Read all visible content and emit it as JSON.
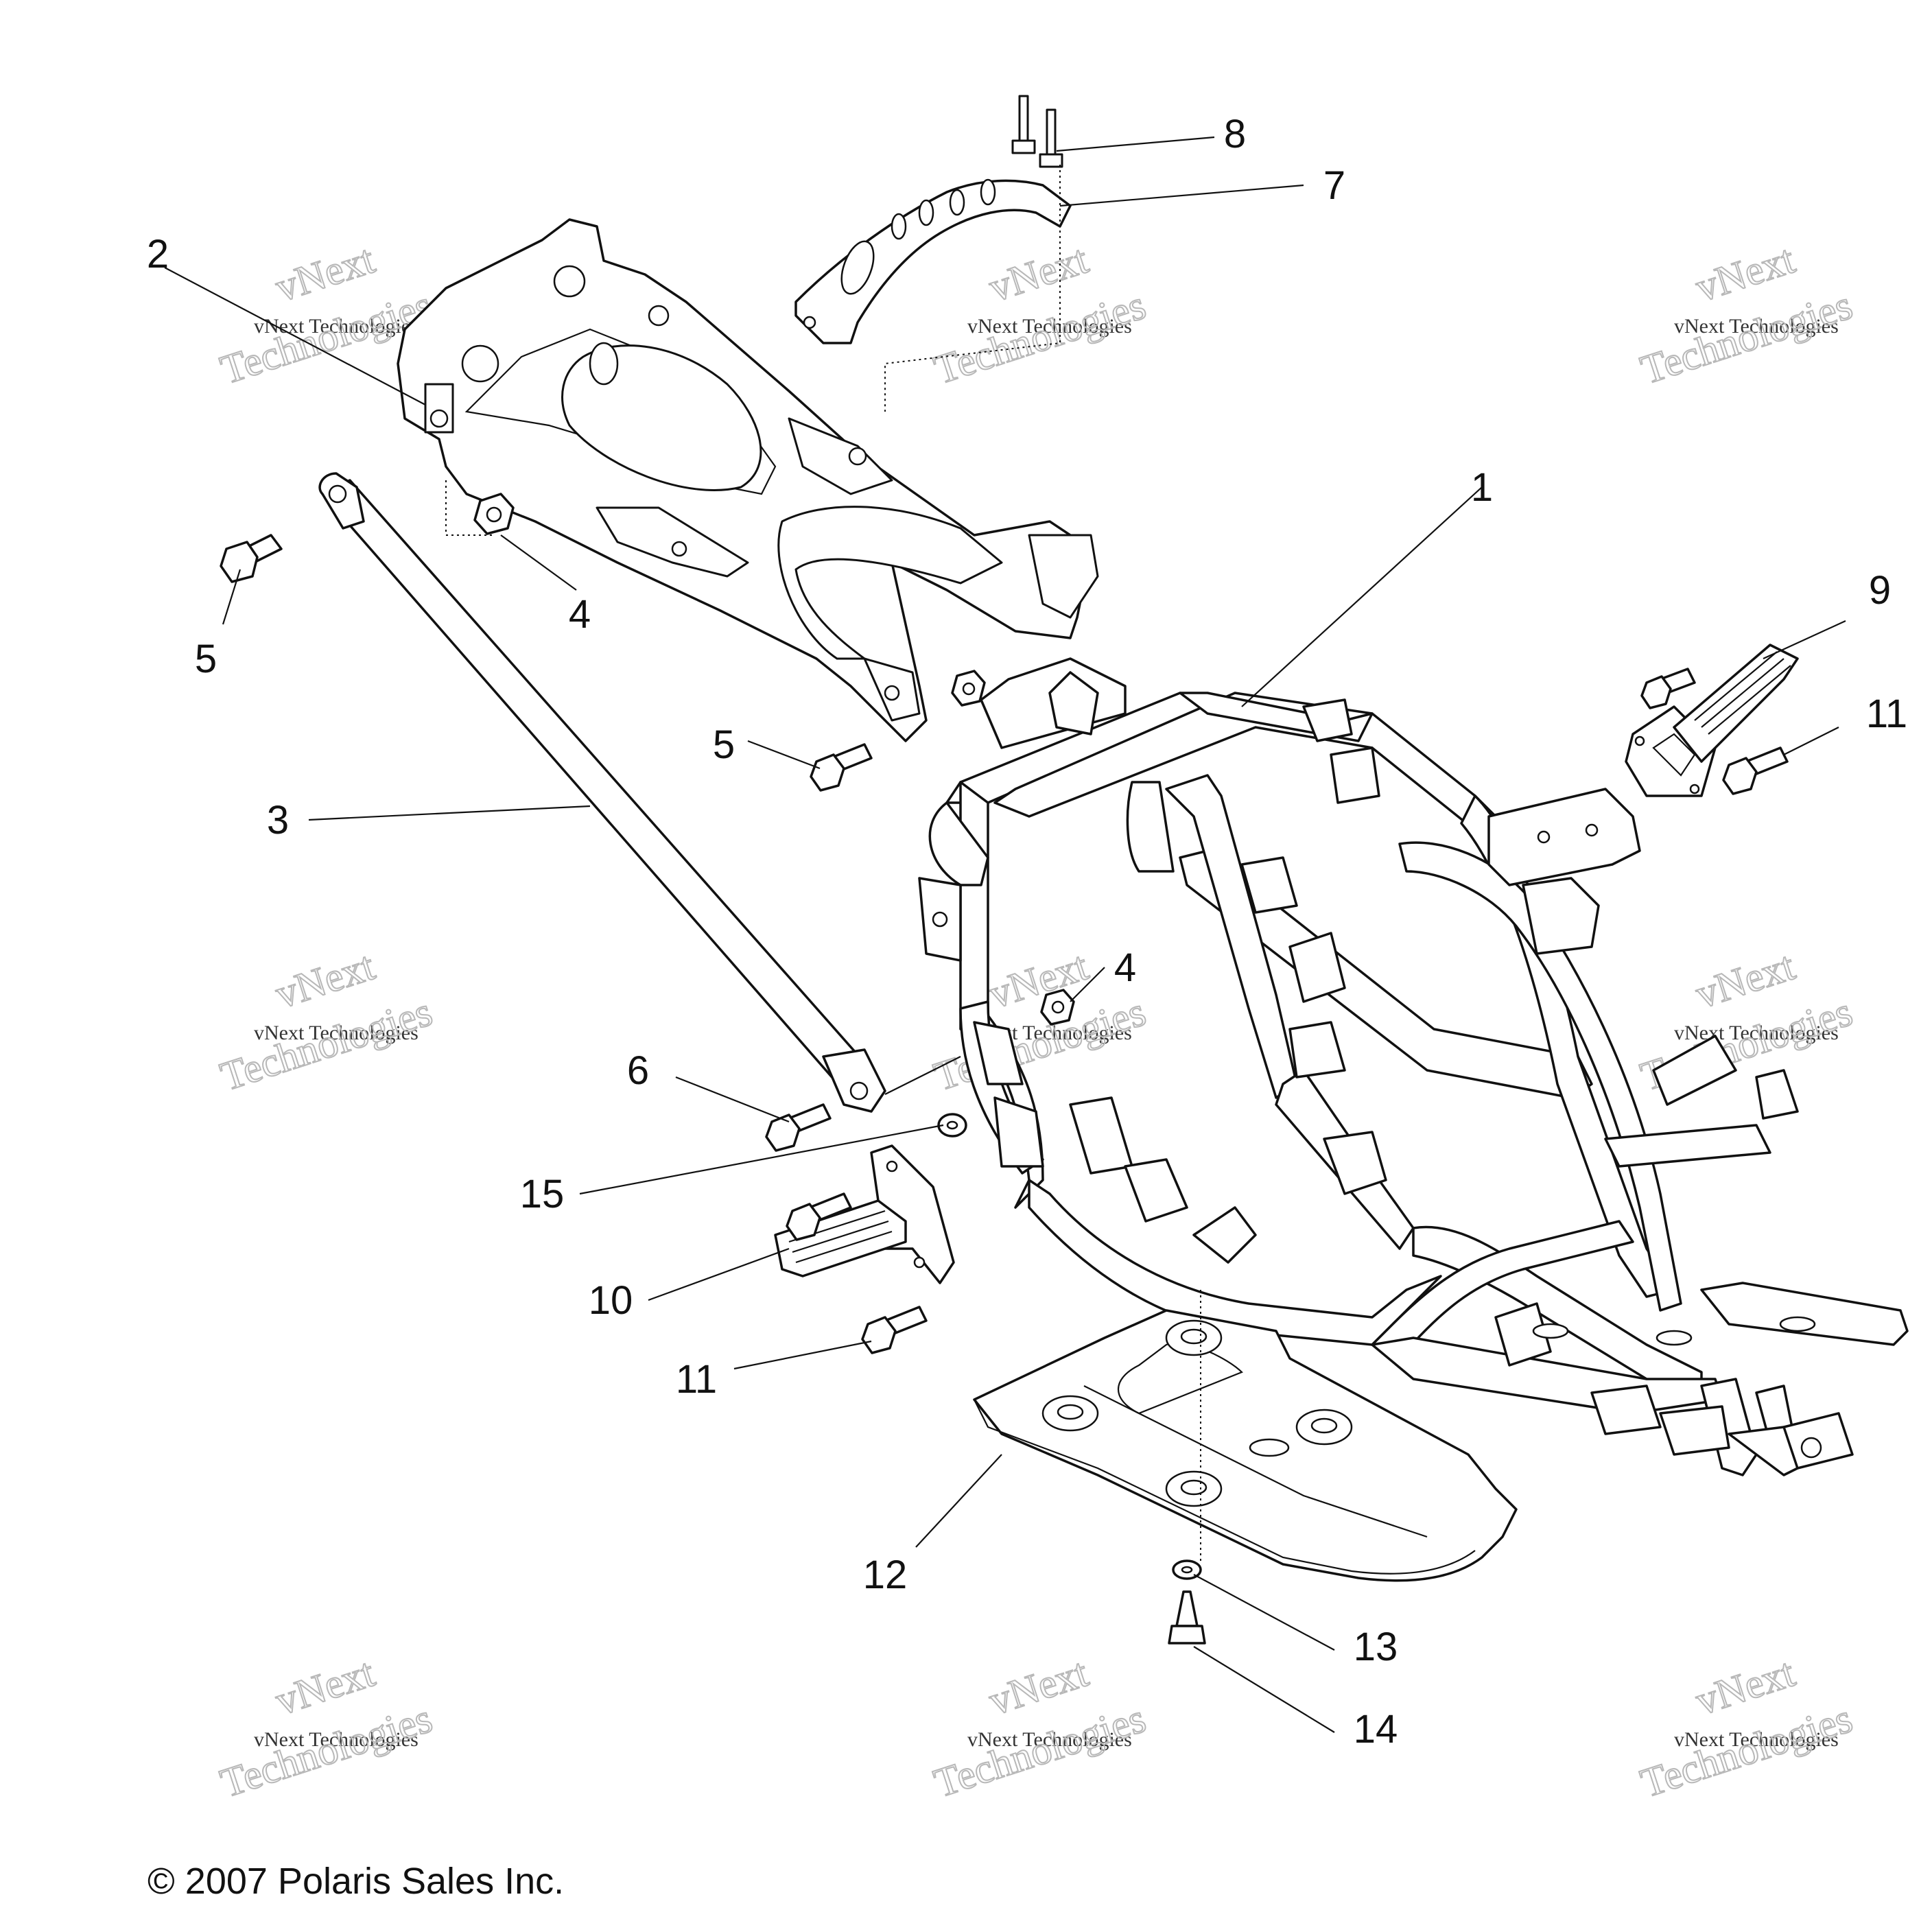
{
  "callouts": [
    {
      "id": "1",
      "label": "1"
    },
    {
      "id": "2",
      "label": "2"
    },
    {
      "id": "3",
      "label": "3"
    },
    {
      "id": "4a",
      "label": "4"
    },
    {
      "id": "4b",
      "label": "4"
    },
    {
      "id": "5a",
      "label": "5"
    },
    {
      "id": "5b",
      "label": "5"
    },
    {
      "id": "6",
      "label": "6"
    },
    {
      "id": "7",
      "label": "7"
    },
    {
      "id": "8",
      "label": "8"
    },
    {
      "id": "9",
      "label": "9"
    },
    {
      "id": "10",
      "label": "10"
    },
    {
      "id": "11a",
      "label": "11"
    },
    {
      "id": "11b",
      "label": "11"
    },
    {
      "id": "12",
      "label": "12"
    },
    {
      "id": "13",
      "label": "13"
    },
    {
      "id": "14",
      "label": "14"
    },
    {
      "id": "15",
      "label": "15"
    }
  ],
  "watermark": {
    "brand": "vNext",
    "line_small": "vNext Technologies",
    "line_big": "Technologies"
  },
  "copyright": "© 2007 Polaris Sales Inc."
}
